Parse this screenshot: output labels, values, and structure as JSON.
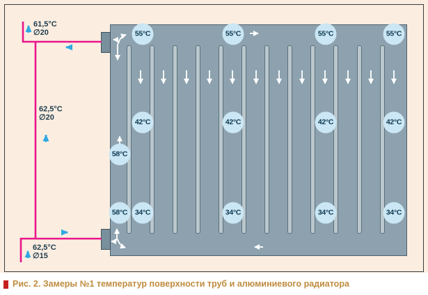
{
  "caption": {
    "text": "Рис. 2. Замеры №1 температур поверхности труб и алюминиевого радиатора"
  },
  "pipe_labels": [
    {
      "position": "top-riser",
      "temp": "61,5°C",
      "diameter": "∅20"
    },
    {
      "position": "middle-riser",
      "temp": "62,5°C",
      "diameter": "∅20"
    },
    {
      "position": "bottom-riser",
      "temp": "62,5°C",
      "diameter": "∅15"
    }
  ],
  "radiator_readings": {
    "top_row": [
      "55°C",
      "55°C",
      "55°C",
      "55°C"
    ],
    "middle_row": [
      "42°C",
      "42°C",
      "42°C",
      "42°C"
    ],
    "bottom_row": [
      "34°C",
      "34°C",
      "34°C",
      "34°C"
    ],
    "left_column": [
      "58°C",
      "58°C"
    ]
  },
  "colors": {
    "background": "#fbeee1",
    "panel_border": "#3a3a3a",
    "radiator_body": "#8da2ae",
    "tube_fill": "#bac7cd",
    "pipe": "#e9158a",
    "flow_arrow_blue": "#2fa8e1",
    "flow_arrow_white": "#ffffff",
    "reading_circle_fill": "#cbe6f4",
    "reading_text": "#0e3a52",
    "caption_text": "#bf8c40",
    "caption_bullet": "#c5201f"
  }
}
